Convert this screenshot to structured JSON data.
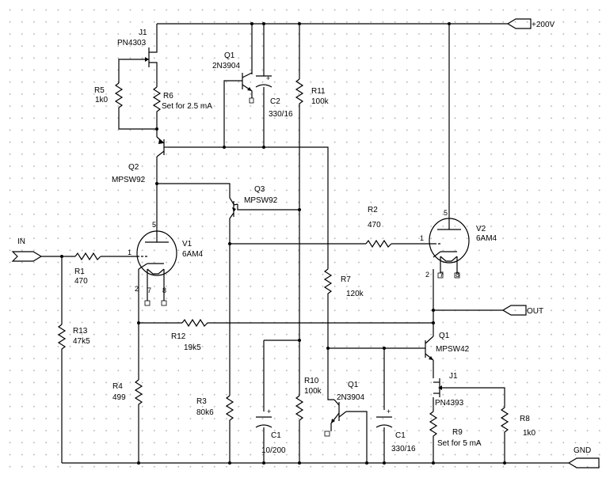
{
  "ports": {
    "vplus": "+200V",
    "input": "IN",
    "output": "OUT",
    "ground": "GND"
  },
  "parts": {
    "j1_top": {
      "ref": "J1",
      "value": "PN4303"
    },
    "q1_top": {
      "ref": "Q1",
      "value": "2N3904"
    },
    "r5": {
      "ref": "R5",
      "value": "1k0"
    },
    "r6": {
      "ref": "R6",
      "value": "Set for 2.5 mA"
    },
    "c2": {
      "ref": "C2",
      "value": "330/16"
    },
    "r11": {
      "ref": "R11",
      "value": "100k"
    },
    "q2": {
      "ref": "Q2",
      "value": "MPSW92"
    },
    "q3": {
      "ref": "Q3",
      "value": "MPSW92"
    },
    "v1": {
      "ref": "V1",
      "value": "6AM4"
    },
    "v2": {
      "ref": "V2",
      "value": "6AM4"
    },
    "r1": {
      "ref": "R1",
      "value": "470"
    },
    "r2": {
      "ref": "R2",
      "value": "470"
    },
    "r7": {
      "ref": "R7",
      "value": "120k"
    },
    "r13": {
      "ref": "R13",
      "value": "47k5"
    },
    "r12": {
      "ref": "R12",
      "value": "19k5"
    },
    "r4": {
      "ref": "R4",
      "value": "499"
    },
    "r3": {
      "ref": "R3",
      "value": "80k6"
    },
    "c1_left": {
      "ref": "C1",
      "value": "10/200"
    },
    "r10": {
      "ref": "R10",
      "value": "100k"
    },
    "q1_bottom": {
      "ref": "Q1",
      "value": "2N3904"
    },
    "c1_right": {
      "ref": "C1",
      "value": "330/16"
    },
    "q1_right": {
      "ref": "Q1",
      "value": "MPSW42"
    },
    "j1_bottom": {
      "ref": "J1",
      "value": "PN4393"
    },
    "r9": {
      "ref": "R9",
      "value": "Set for 5 mA"
    },
    "r8": {
      "ref": "R8",
      "value": "1k0"
    }
  },
  "pins": {
    "v1_plate": "5",
    "v1_grid": "1",
    "v1_k1": "2",
    "v1_h1": "7",
    "v1_h2": "8",
    "v2_plate": "5",
    "v2_grid": "1",
    "v2_k1": "2",
    "v2_h1": "7",
    "v2_h2": "8"
  },
  "colors": {
    "wire": "#000000",
    "grid_dot": "#b8b8b8",
    "background": "#ffffff"
  }
}
